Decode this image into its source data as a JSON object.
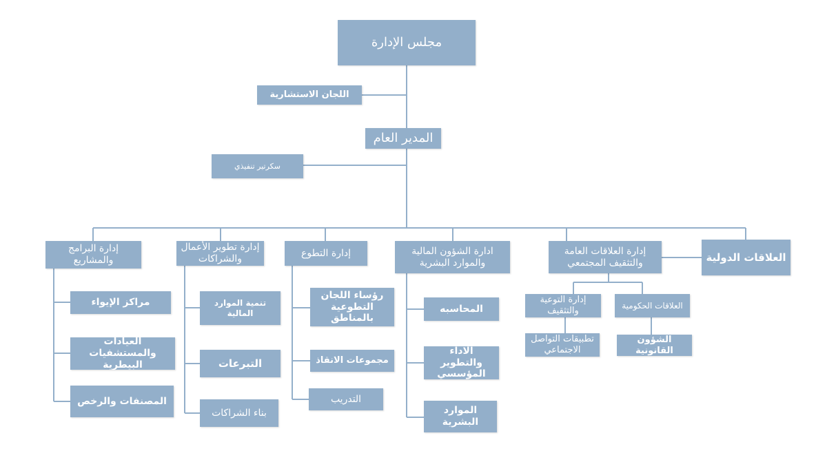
{
  "colors": {
    "box_fill": "#93afca",
    "connector": "#93afca",
    "text": "#ffffff"
  },
  "org": {
    "board": "مجلس الإدارة",
    "advisory_committees": "اللجان الاستشارية",
    "general_manager": "المدير العام",
    "executive_secretary": "سكرتير تنفيذي",
    "departments": {
      "international_relations": "العلاقات الدولية",
      "public_relations": "إدارة العلاقات العامة والتثقيف المجتمعي",
      "finance_hr": "ادارة الشؤون المالية والموارد البشرية",
      "volunteering": "إدارة التطوع",
      "business_development": "إدارة تطوير الأعمال والشراكات",
      "programs_projects": "إدارة البرامج والمشاريع"
    },
    "public_relations_units": {
      "awareness": "إدارة التوعية والتثقيف",
      "government_relations": "العلاقات الحكومية",
      "social_media_apps": "تطبيقات التواصل الاجتماعي",
      "legal_affairs": "الشؤون القانونية"
    },
    "finance_hr_units": {
      "accounting": "المحاسبه",
      "performance": "الاداء والتطوير المؤسسي",
      "human_resources": "الموارد البشرية"
    },
    "volunteering_units": {
      "committee_heads": "رؤساء اللجان التطوعية بالمناطق",
      "rescue_groups": "مجموعات الانقاذ",
      "training": "التدريب"
    },
    "business_units": {
      "financial_resources": "تنمية الموارد المالية",
      "donations": "التبرعات",
      "partnerships": "بناء الشراكات"
    },
    "programs_units": {
      "shelters": "مراكز الإيواء",
      "vet_clinics": "العيادات والمستشفيات البيطرية",
      "categories_licenses": "المصنفات والرخص"
    }
  }
}
